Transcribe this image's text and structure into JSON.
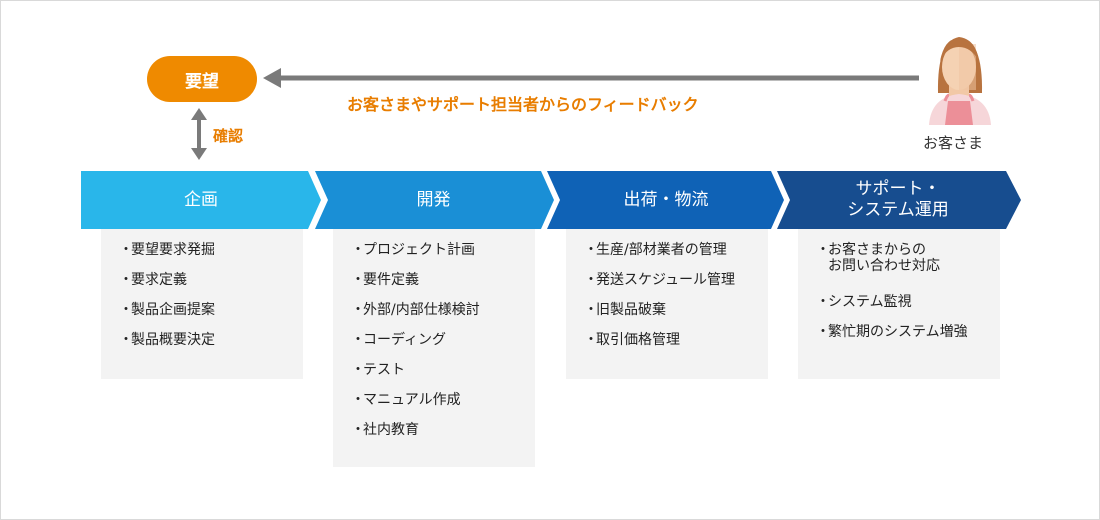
{
  "request": {
    "label": "要望"
  },
  "feedback": {
    "label": "お客さまやサポート担当者からのフィードバック"
  },
  "confirm": {
    "label": "確認"
  },
  "customer": {
    "label": "お客さま"
  },
  "colors": {
    "orange": "#ef8a00",
    "arrow_gray": "#7a7a7a",
    "stage1": "#29b6ea",
    "stage2": "#1a8fd6",
    "stage3": "#0f62b6",
    "stage4": "#174d8f",
    "task_bg": "#f3f3f3"
  },
  "stages": [
    {
      "title_lines": [
        "企画"
      ],
      "tasks": [
        [
          "・",
          "要望要求発掘"
        ],
        [
          "・",
          "要求定義"
        ],
        [
          "・",
          "製品企画提案"
        ],
        [
          "・",
          "製品概要決定"
        ]
      ]
    },
    {
      "title_lines": [
        "開発"
      ],
      "tasks": [
        [
          "・",
          "プロジェクト計画"
        ],
        [
          "・",
          "要件定義"
        ],
        [
          "・",
          "外部/内部仕様検討"
        ],
        [
          "・",
          "コーディング"
        ],
        [
          "・",
          "テスト"
        ],
        [
          "・",
          "マニュアル作成"
        ],
        [
          "・",
          "社内教育"
        ]
      ]
    },
    {
      "title_lines": [
        "出荷・物流"
      ],
      "tasks": [
        [
          "・",
          "生産/部材業者の管理"
        ],
        [
          "・",
          "発送スケジュール管理"
        ],
        [
          "・",
          "旧製品破棄"
        ],
        [
          "・",
          "取引価格管理"
        ]
      ]
    },
    {
      "title_lines": [
        "サポート・",
        "システム運用"
      ],
      "tasks": [
        [
          "・",
          "お客さまからの",
          "お問い合わせ対応"
        ],
        [
          "・",
          "システム監視"
        ],
        [
          "・",
          "繁忙期のシステム増強"
        ]
      ]
    }
  ]
}
